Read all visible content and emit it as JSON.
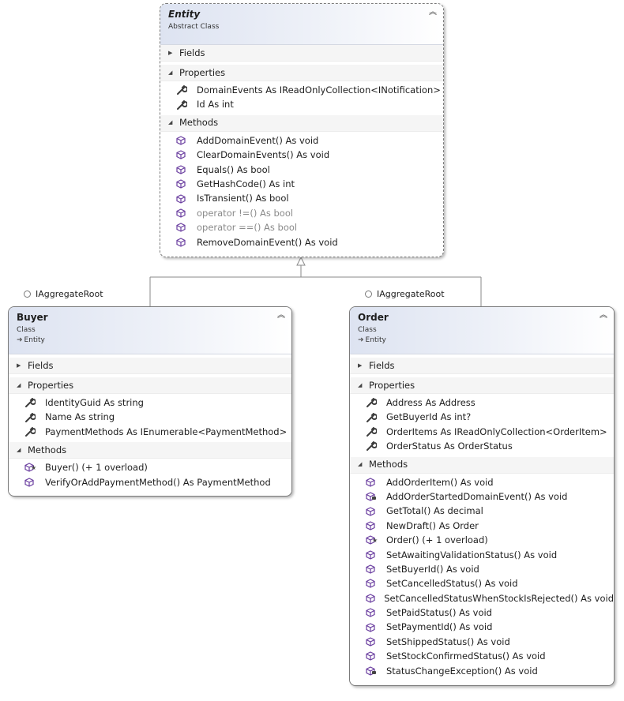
{
  "colors": {
    "method_icon": "#6b3fa0",
    "property_icon": "#3c3c3c",
    "header_gradient": "#dde3f1",
    "muted_text": "#8a8a8a"
  },
  "entity": {
    "name": "Entity",
    "kind": "Abstract Class",
    "sections": {
      "fields": "Fields",
      "properties": "Properties",
      "methods": "Methods"
    },
    "properties": [
      "DomainEvents As IReadOnlyCollection<INotification>",
      "Id As int"
    ],
    "methods": [
      "AddDomainEvent() As void",
      "ClearDomainEvents() As void",
      "Equals() As bool",
      "GetHashCode() As int",
      "IsTransient() As bool",
      "operator !=() As bool",
      "operator ==() As bool",
      "RemoveDomainEvent() As void"
    ]
  },
  "buyer": {
    "interface": "IAggregateRoot",
    "name": "Buyer",
    "kind": "Class",
    "base": "Entity",
    "sections": {
      "fields": "Fields",
      "properties": "Properties",
      "methods": "Methods"
    },
    "properties": [
      "IdentityGuid As string",
      "Name As string",
      "PaymentMethods As IEnumerable<PaymentMethod>"
    ],
    "methods": [
      "Buyer() (+ 1 overload)",
      "VerifyOrAddPaymentMethod() As PaymentMethod"
    ]
  },
  "order": {
    "interface": "IAggregateRoot",
    "name": "Order",
    "kind": "Class",
    "base": "Entity",
    "sections": {
      "fields": "Fields",
      "properties": "Properties",
      "methods": "Methods"
    },
    "properties": [
      "Address As Address",
      "GetBuyerId As int?",
      "OrderItems As IReadOnlyCollection<OrderItem>",
      "OrderStatus As OrderStatus"
    ],
    "methods": [
      "AddOrderItem() As void",
      "AddOrderStartedDomainEvent() As void",
      "GetTotal() As decimal",
      "NewDraft() As Order",
      "Order() (+ 1 overload)",
      "SetAwaitingValidationStatus() As void",
      "SetBuyerId() As void",
      "SetCancelledStatus() As void",
      "SetCancelledStatusWhenStockIsRejected() As void",
      "SetPaidStatus() As void",
      "SetPaymentId() As void",
      "SetShippedStatus() As void",
      "SetStockConfirmedStatus() As void",
      "StatusChangeException() As void"
    ]
  }
}
